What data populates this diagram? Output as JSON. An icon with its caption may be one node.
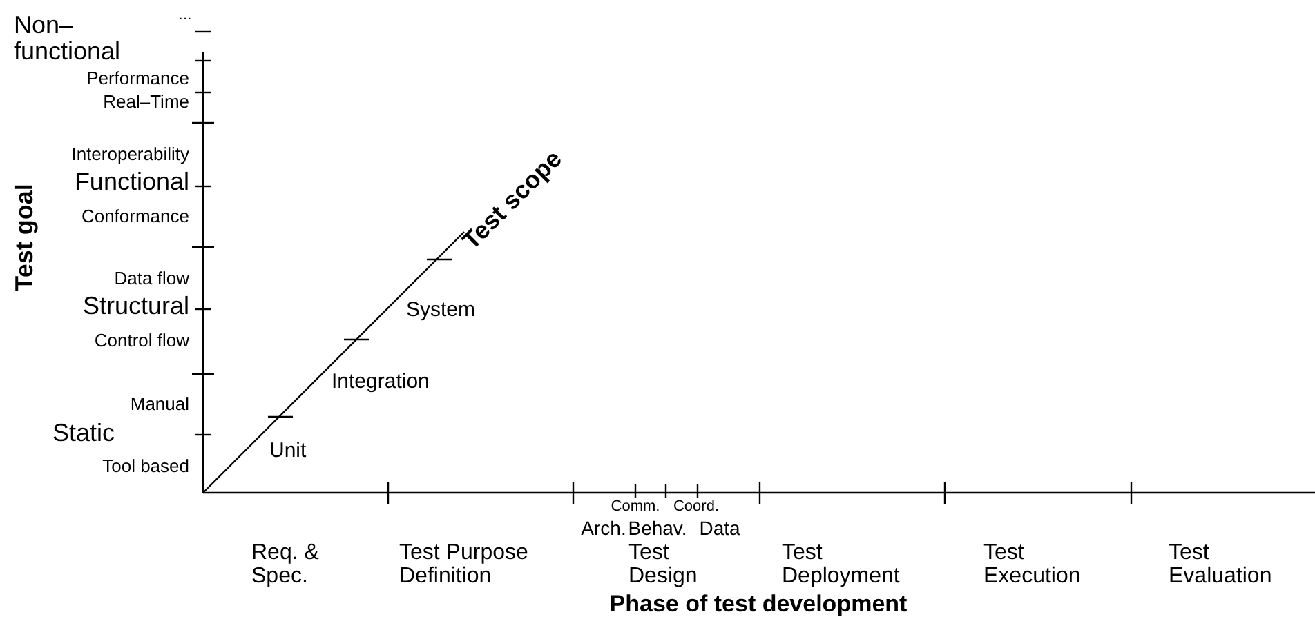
{
  "diagram": {
    "labels": [
      "Non– functional",
      "…",
      "Performance",
      "Real–Time",
      "Test scope",
      "Interoperability",
      "Functional",
      "Conformance",
      "Test goal",
      "Data flow",
      "Structural",
      "System",
      "Control flow",
      "Integration",
      "Manual",
      "Static",
      "Unit",
      "Tool based",
      "Comm.",
      "Coord.",
      "Arch.",
      "Behav.",
      "Data",
      "Req. & Spec.",
      "Test Purpose Definition",
      "Test Design",
      "Test Deployment",
      "Test Execution",
      "Test Evaluation",
      "Phase of test development"
    ]
  }
}
